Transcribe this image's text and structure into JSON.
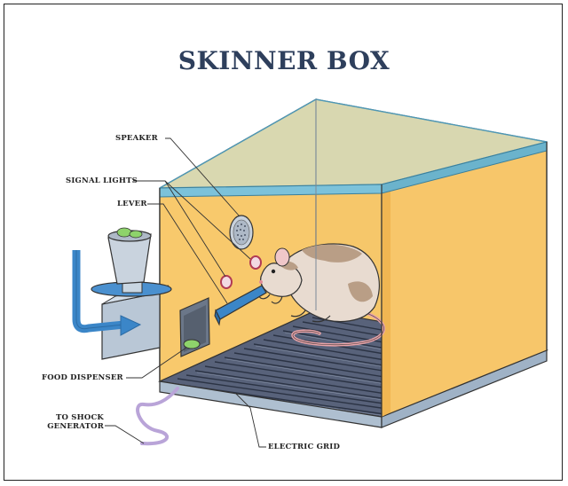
{
  "title": "SKINNER BOX",
  "labels": {
    "speaker": "SPEAKER",
    "signal_lights": "SIGNAL LIGHTS",
    "lever": "LEVER",
    "food_dispenser": "FOOD DISPENSER",
    "to_shock_generator_line1": "TO SHOCK",
    "to_shock_generator_line2": "GENERATOR",
    "electric_grid": "ELECTRIC GRID"
  },
  "colors": {
    "title": "#2e3f5c",
    "glass_top": "#bfe3ea",
    "glass_edge": "#6fb6cf",
    "wall": "#f7c76a",
    "wall_side": "#f4bd5a",
    "grid": "#4a5568",
    "arrow": "#3b86c8",
    "dispenser_body": "#b9c7d6",
    "rat_body": "#e7d8cc",
    "rat_patch": "#b89a82",
    "tail": "#e9a3a8",
    "lever": "#3b86c8",
    "cable": "#b9a4d8"
  }
}
